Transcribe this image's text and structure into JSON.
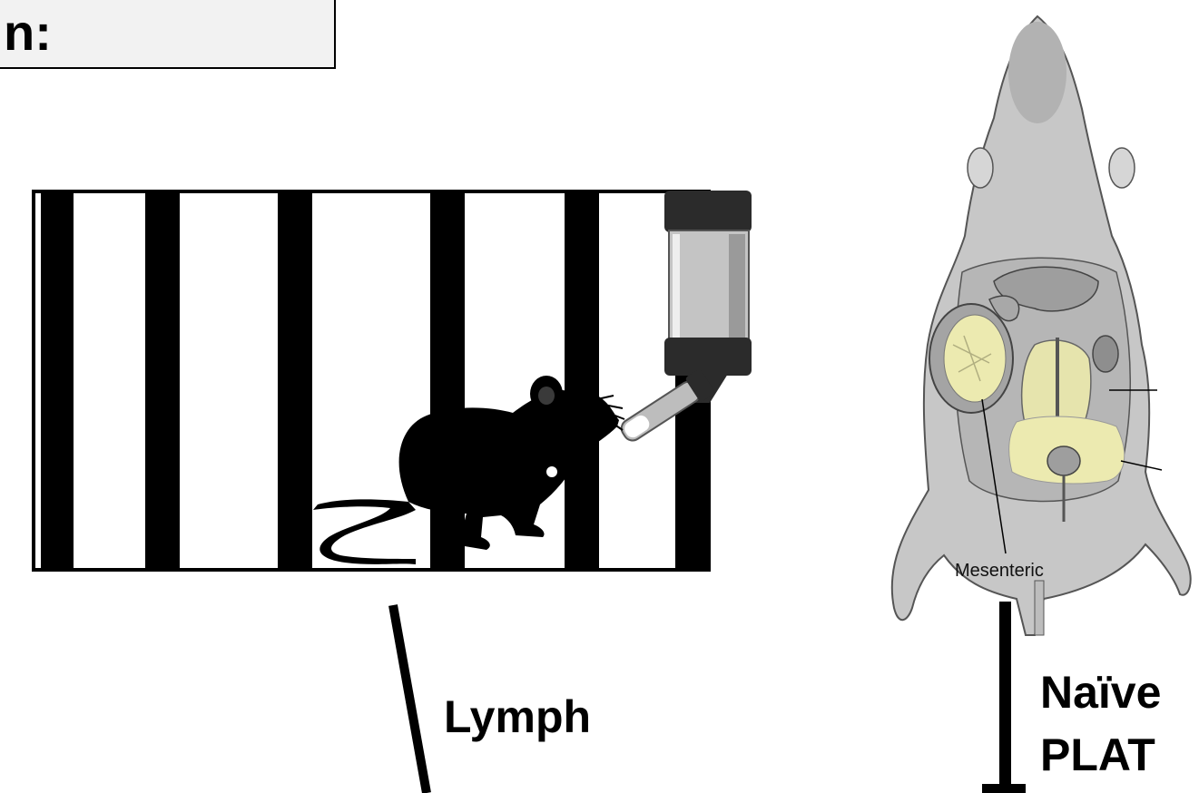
{
  "header": {
    "title_fragment": "n:"
  },
  "labels": {
    "lymph": "Lymph",
    "naive": "Naïve",
    "plat": "PLAT",
    "mesenteric": "Mesenteric"
  },
  "colors": {
    "ink": "#000000",
    "fat_yellow": "#eceab0",
    "skin_gray": "#c8c8c8"
  }
}
